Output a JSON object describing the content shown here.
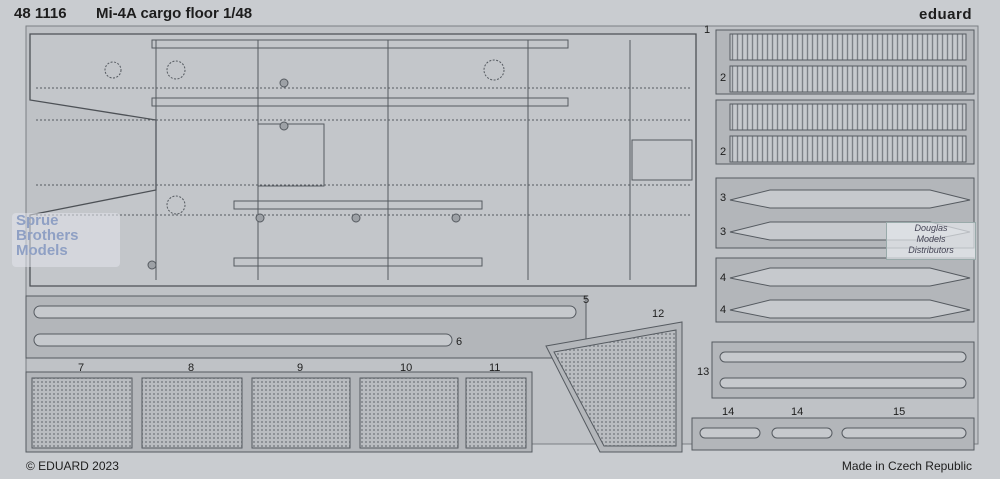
{
  "header": {
    "code": "48 1116",
    "title": "Mi-4A cargo floor 1/48"
  },
  "brand": "eduard",
  "footer": {
    "copyright": "© EDUARD 2023",
    "made_in": "Made in Czech Republic"
  },
  "parts": {
    "p1": "1",
    "p2a": "2",
    "p2b": "2",
    "p3a": "3",
    "p3b": "3",
    "p4a": "4",
    "p4b": "4",
    "p5": "5",
    "p6": "6",
    "p7": "7",
    "p8": "8",
    "p9": "9",
    "p10": "10",
    "p11": "11",
    "p12": "12",
    "p13": "13",
    "p14a": "14",
    "p14b": "14",
    "p15": "15"
  },
  "watermarks": {
    "left": [
      "Sprue",
      "Brothers",
      "Models"
    ],
    "right": [
      "Douglas",
      "Models",
      "Distributors"
    ]
  },
  "colors": {
    "background": "#c9ccd0",
    "fret": "#b7bbc0",
    "line": "#555a60"
  }
}
